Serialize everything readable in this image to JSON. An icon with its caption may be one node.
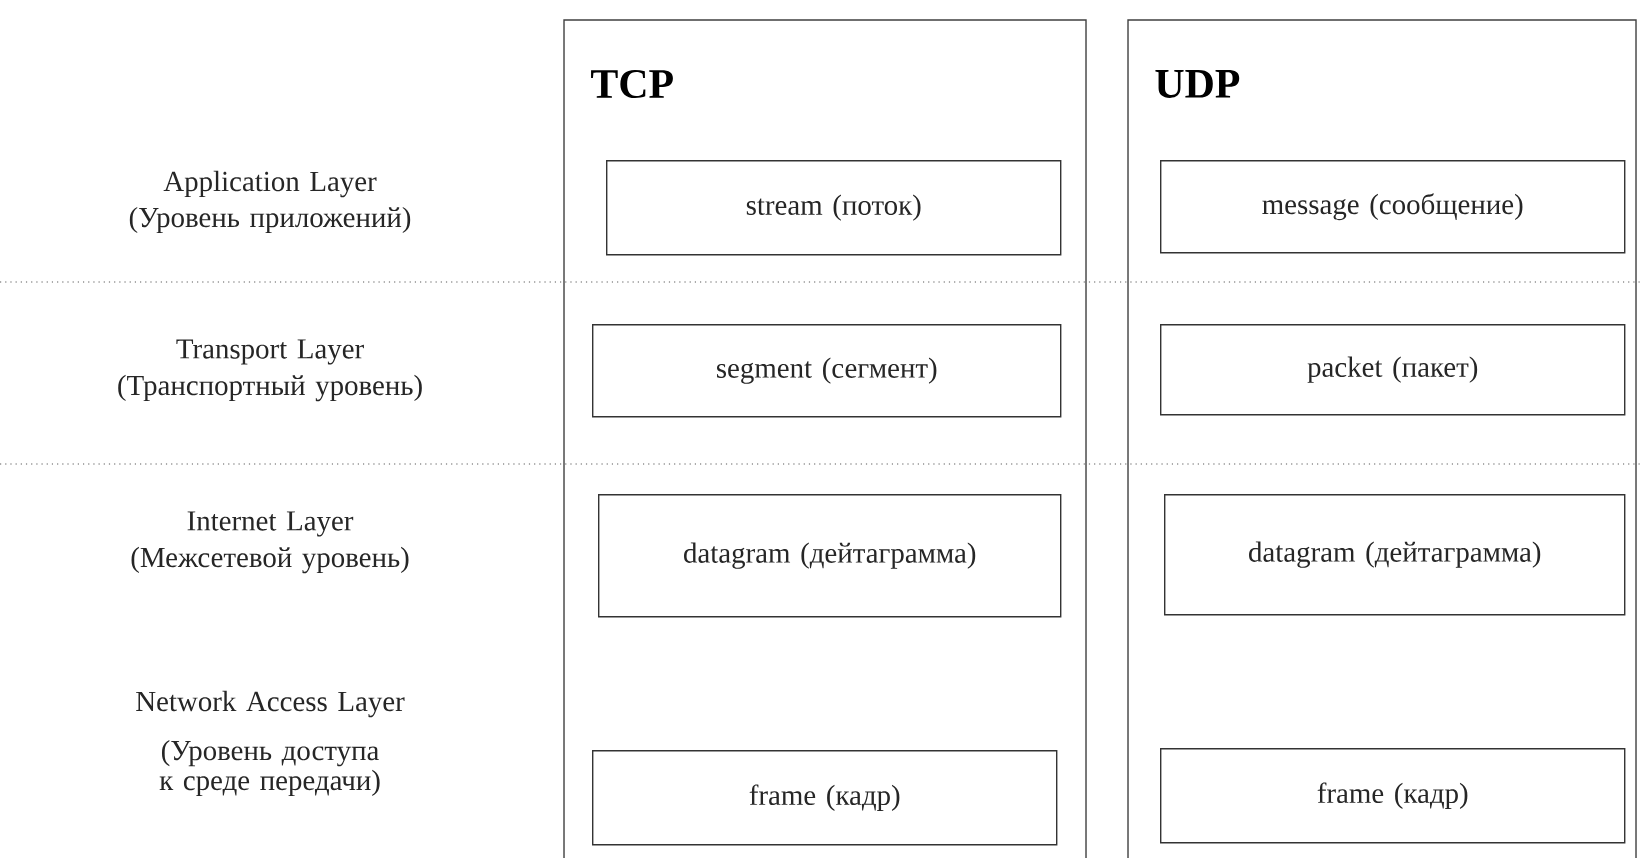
{
  "diagram": {
    "nodes": [
      {
        "text": [
          "TCP"
        ]
      },
      {
        "text": [
          "stream (поток)"
        ],
        "in": 0
      },
      {
        "text": [
          "segment (сегмент)"
        ],
        "in": 0
      },
      {
        "text": [
          "datagram (дейтаграмма)"
        ],
        "in": 0
      },
      {
        "text": [
          "frame (кадр)"
        ],
        "in": 0
      },
      {
        "text": [
          "UDP"
        ]
      },
      {
        "text": [
          "message (сообщение)"
        ],
        "in": 5
      },
      {
        "text": [
          "packet (пакет)"
        ],
        "in": 5
      },
      {
        "text": [
          "datagram (дейтаграмма)"
        ],
        "in": 5
      },
      {
        "text": [
          "frame (кадр)"
        ],
        "in": 5
      }
    ],
    "labels": [
      "Application Layer",
      "(Уровень приложений)",
      "Transport Layer",
      "(Транспортный уровень)",
      "Internet Layer",
      "(Межсетевой уровень)",
      "Network Access Layer",
      "(Уровень доступа к среде передачи)"
    ]
  }
}
